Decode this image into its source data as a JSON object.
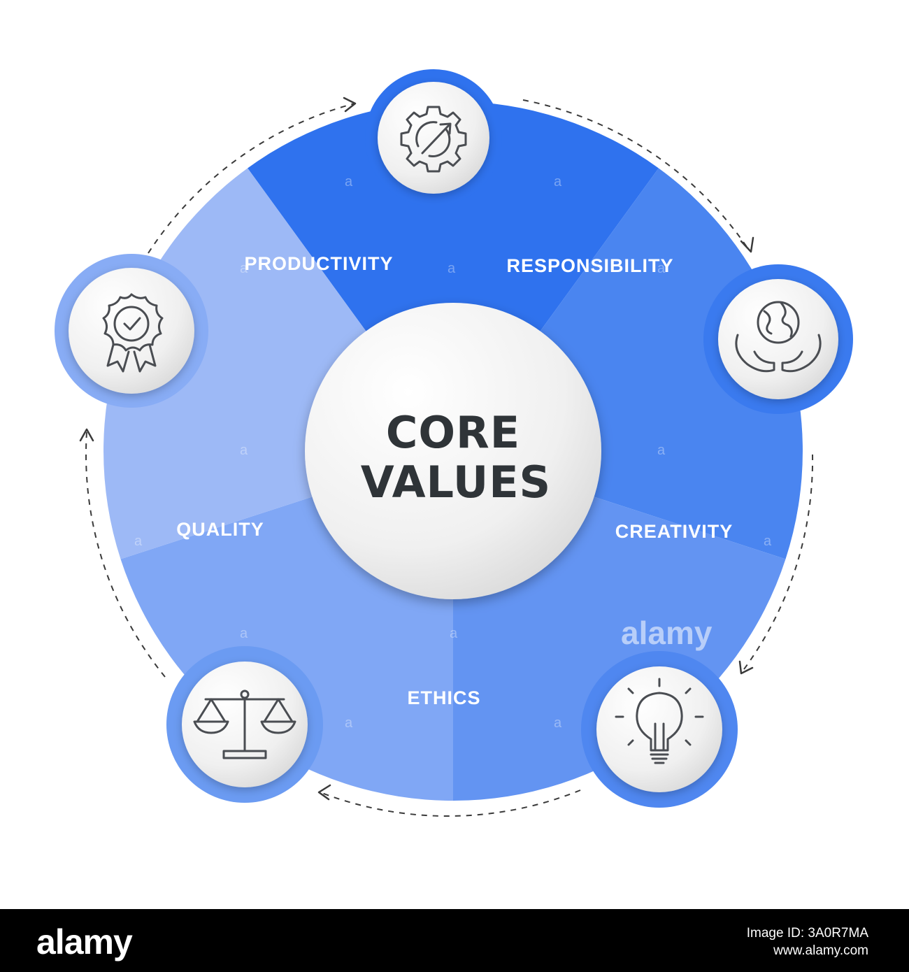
{
  "diagram": {
    "center": {
      "line1": "CORE",
      "line2": "VALUES"
    },
    "segments": [
      {
        "label": "PRODUCTIVITY",
        "icon": "gear-growth-icon",
        "color": "#2f72ee"
      },
      {
        "label": "RESPONSIBILITY",
        "icon": "hands-globe-icon",
        "color": "#4a85f0"
      },
      {
        "label": "CREATIVITY",
        "icon": "lightbulb-icon",
        "color": "#6394f2"
      },
      {
        "label": "ETHICS",
        "icon": "balance-scale-icon",
        "color": "#80a7f5"
      },
      {
        "label": "QUALITY",
        "icon": "quality-badge-icon",
        "color": "#9db9f6"
      }
    ],
    "flow": "clockwise"
  },
  "watermark": {
    "text": "alamy",
    "small_mark": "a"
  },
  "footer": {
    "logo": "alamy",
    "image_id": "Image ID: 3A0R7MA",
    "site": "www.alamy.com"
  }
}
